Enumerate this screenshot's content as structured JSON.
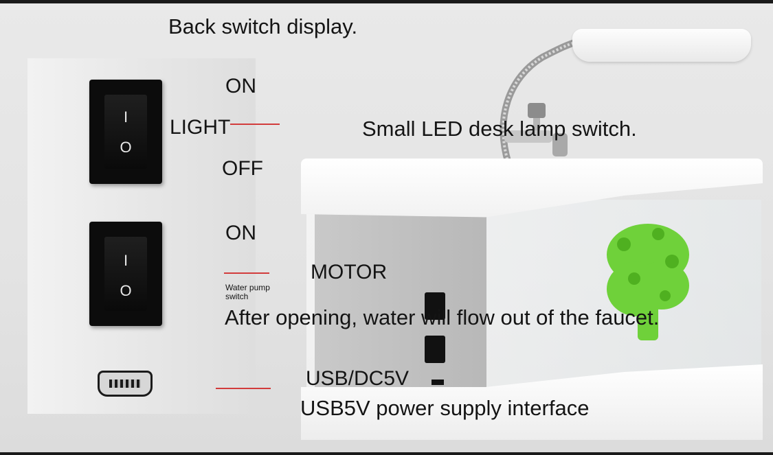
{
  "title": "Back switch display.",
  "switches": [
    {
      "on_label": "ON",
      "name_label": "LIGHT",
      "off_label": "OFF",
      "on_symbol": "I",
      "off_symbol": "O"
    },
    {
      "on_label": "ON",
      "name_label": "MOTOR",
      "on_symbol": "I",
      "off_symbol": "O",
      "sub_label": "Water pump switch"
    }
  ],
  "usb_label": "USB/DC5V",
  "captions": {
    "lamp": "Small LED desk lamp switch.",
    "faucet": "After opening, water will flow out of the faucet.",
    "power": "USB5V power supply interface"
  },
  "colors": {
    "accent_line": "#d23b3b",
    "plant": "#6fd13a"
  },
  "icons": [
    "rocker-switch-icon",
    "mini-usb-port-icon",
    "led-lamp-icon",
    "faucet-icon"
  ]
}
